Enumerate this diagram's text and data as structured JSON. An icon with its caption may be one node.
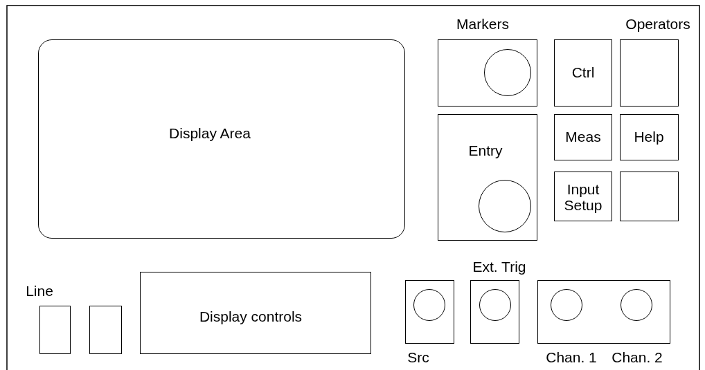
{
  "diagram": {
    "nodes": [
      {
        "text": [
          "Display Area"
        ]
      },
      {
        "text": [
          "Markers"
        ]
      },
      {
        "text": [],
        "shape": "circle",
        "in": 1
      },
      {
        "text": [
          "Ctrl"
        ]
      },
      {
        "text": [
          "Operators"
        ]
      },
      {
        "text": [
          "Entry"
        ]
      },
      {
        "text": [],
        "shape": "circle",
        "in": 5
      },
      {
        "text": [
          "Meas"
        ]
      },
      {
        "text": [
          "Help"
        ]
      },
      {
        "text": [
          "Input Setup"
        ]
      },
      {
        "text": [],
        "shape": "box"
      },
      {
        "text": [
          "Line"
        ]
      },
      {
        "text": [],
        "shape": "box"
      },
      {
        "text": [
          "Display controls"
        ]
      },
      {
        "text": [
          "Src"
        ]
      },
      {
        "text": [],
        "shape": "circle",
        "in": 14
      },
      {
        "text": [
          "Ext. Trig"
        ]
      },
      {
        "text": [],
        "shape": "circle",
        "in": 16
      },
      {
        "text": [
          "Chan. 1",
          "Chan. 2"
        ]
      },
      {
        "text": [],
        "shape": "circle",
        "in": 18
      },
      {
        "text": [],
        "shape": "circle",
        "in": 18
      }
    ],
    "edges": []
  }
}
